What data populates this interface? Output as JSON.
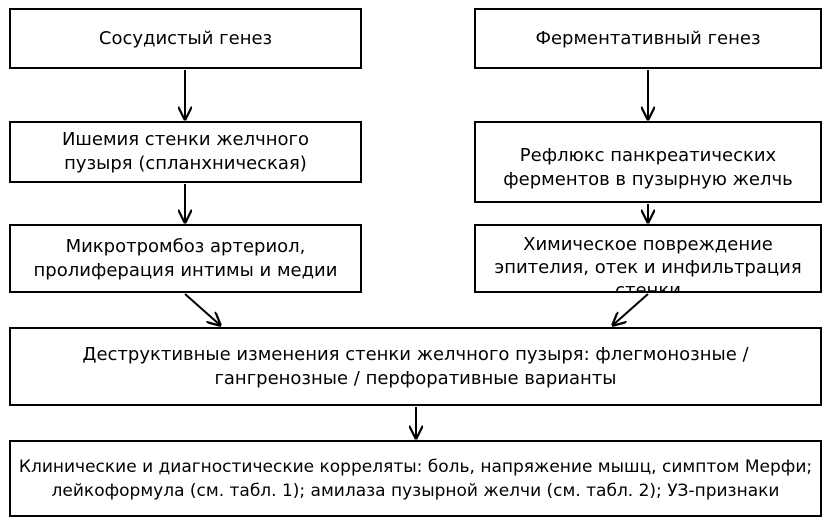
{
  "diagram": {
    "boxes": {
      "vascular_genesis": "Сосудистый генез",
      "enzymatic_genesis": "Ферментативный генез",
      "ischemia": {
        "line1": "Ишемия стенки желчного",
        "line2": "пузыря (спланхническая)"
      },
      "reflux": {
        "line1": "Рефлюкс панкреатических",
        "line2": "ферментов в пузырную желчь"
      },
      "microthrombosis": {
        "line1": "Микротромбоз артериол,",
        "line2": "пролиферация интимы и медии"
      },
      "chemical_damage": {
        "line1": "Химическое повреждение",
        "line2": "эпителия, отек и инфильтрация",
        "line3": "стенки"
      },
      "destructive_changes": {
        "line1": "Деструктивные изменения стенки желчного пузыря: флегмонозные /",
        "line2": "гангренозные / перфоративные варианты"
      },
      "clinical_correlates": {
        "line1": "Клинические и диагностические корреляты: боль, напряжение мышц, симптом Мерфи;",
        "line2": "лейкоформула (см. табл. 1); амилаза пузырной желчи (см. табл. 2); УЗ-признаки"
      }
    }
  }
}
